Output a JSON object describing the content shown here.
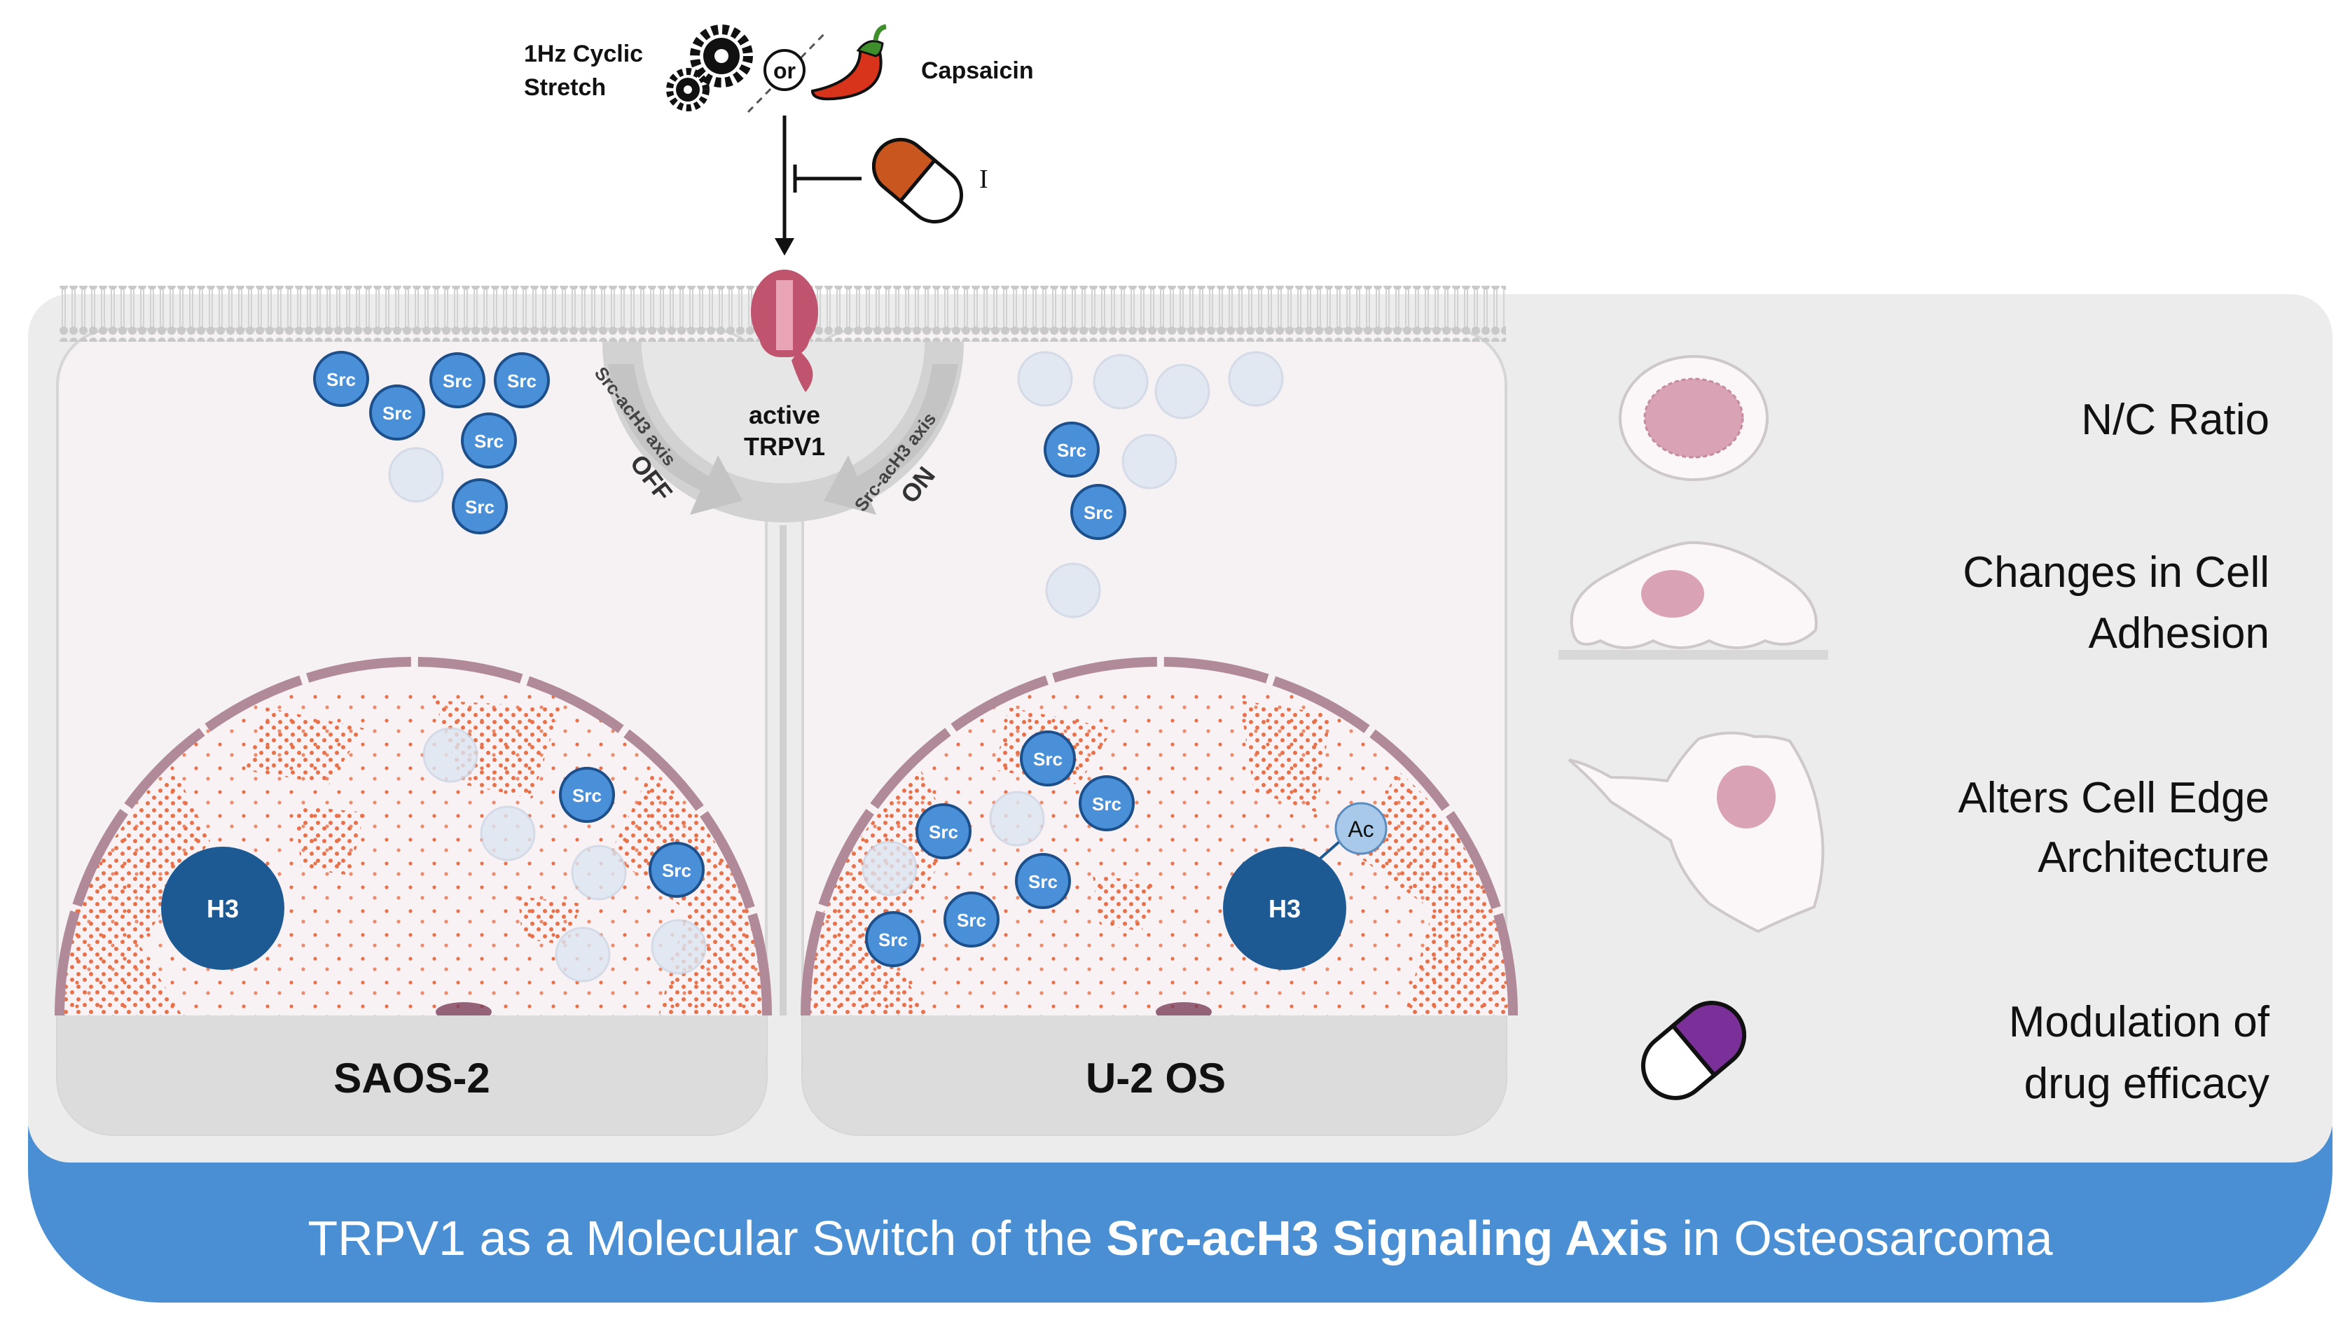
{
  "stimulus": {
    "stretch_line1": "1Hz Cyclic",
    "stretch_line2": "Stretch",
    "or_label": "or",
    "capsaicin_label": "Capsaicin",
    "inhibitor_label": "I"
  },
  "channel": {
    "line1": "active",
    "line2": "TRPV1"
  },
  "axis_arrows": {
    "off_small": "Src-acH3 axis",
    "off_big": "OFF",
    "on_small": "Src-acH3 axis",
    "on_big": "ON"
  },
  "cells": {
    "left_name": "SAOS-2",
    "right_name": "U-2 OS",
    "src_label": "Src",
    "h3_label": "H3",
    "ac_label": "Ac"
  },
  "legend": {
    "items": [
      {
        "line1": "N/C Ratio",
        "line2": ""
      },
      {
        "line1": "Changes in Cell",
        "line2": "Adhesion"
      },
      {
        "line1": "Alters Cell Edge",
        "line2": "Architecture"
      },
      {
        "line1": "Modulation of",
        "line2": "drug efficacy"
      }
    ]
  },
  "banner": {
    "prefix": "TRPV1 as a Molecular Switch of the ",
    "bold": "Src-acH3 Signaling Axis",
    "suffix": " in Osteosarcoma"
  },
  "colors": {
    "banner_blue": "#4a8fd4",
    "src_blue": "#4a90d9",
    "h3_navy": "#1d5a94",
    "channel_pink": "#c0546f",
    "pill_orange": "#c8561e",
    "pill_purple": "#7b2f99",
    "chromatin_orange": "#e8714a"
  }
}
